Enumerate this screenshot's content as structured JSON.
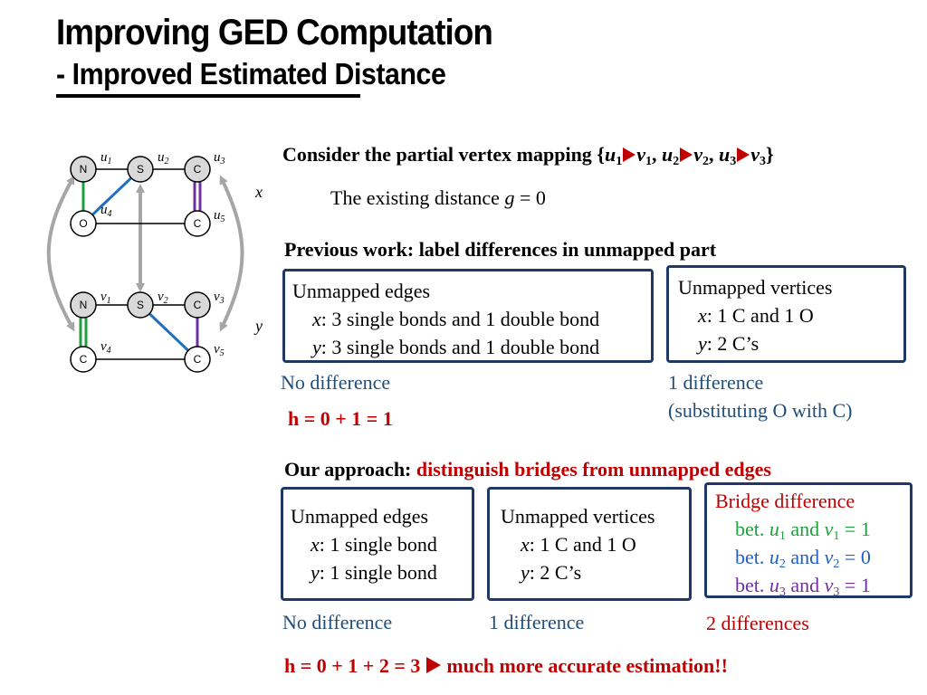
{
  "title": "Improving GED Computation",
  "subtitle": "- Improved Estimated Distance",
  "graph": {
    "x_label": "x",
    "y_label": "y",
    "top_nodes": [
      "N",
      "S",
      "C",
      "O",
      "C"
    ],
    "bottom_nodes": [
      "N",
      "S",
      "C",
      "C",
      "C"
    ],
    "top_vlabels": {
      "u1": "u",
      "u2": "u",
      "u3": "u",
      "u4": "u",
      "u5": "u",
      "s1": "1",
      "s2": "2",
      "s3": "3",
      "s4": "4",
      "s5": "5"
    },
    "bottom_vlabels": {
      "v1": "v",
      "v2": "v",
      "v3": "v",
      "v4": "v",
      "v5": "v",
      "s1": "1",
      "s2": "2",
      "s3": "3",
      "s4": "4",
      "s5": "5"
    },
    "colors": {
      "green": "#1ea03c",
      "blue": "#2070c0",
      "purple": "#7030a0",
      "gray": "#a6a6a6"
    }
  },
  "mapping": {
    "prefix": "Consider the partial vertex mapping {",
    "u": "u",
    "v": "v",
    "s1": "1",
    "s2": "2",
    "s3": "3",
    "sep": ", ",
    "suffix": "}"
  },
  "existing": {
    "text": "The existing distance ",
    "var": "g",
    "eq": " = 0"
  },
  "previous": {
    "heading": "Previous work: label differences in unmapped part",
    "edges_box": {
      "title": "Unmapped edges",
      "x_var": "x",
      "x_text": ": 3 single bonds and 1 double bond",
      "y_var": "y",
      "y_text": ": 3 single bonds and 1 double bond"
    },
    "vertices_box": {
      "title": "Unmapped vertices",
      "x_var": "x",
      "x_text": ": 1 C and 1 O",
      "y_var": "y",
      "y_text": ": 2 C’s"
    },
    "edges_result": "No difference",
    "vertices_result_1": "1 difference",
    "vertices_result_2": "(substituting O with C)",
    "h": "h = 0 + 1 = 1"
  },
  "ours": {
    "heading_black": "Our approach: ",
    "heading_red": "distinguish bridges from unmapped edges",
    "edges_box": {
      "title": "Unmapped edges",
      "x_var": "x",
      "x_text": ": 1 single bond",
      "y_var": "y",
      "y_text": ": 1 single bond"
    },
    "vertices_box": {
      "title": "Unmapped vertices",
      "x_var": "x",
      "x_text": ": 1 C and 1 O",
      "y_var": "y",
      "y_text": ": 2 C’s"
    },
    "bridge_box": {
      "title": "Bridge difference",
      "rows": [
        {
          "prefix": "bet. ",
          "u": "u",
          "us": "1",
          "mid": " and ",
          "v": "v",
          "vs": "1",
          "eq": " = 1"
        },
        {
          "prefix": "bet. ",
          "u": "u",
          "us": "2",
          "mid": " and ",
          "v": "v",
          "vs": "2",
          "eq": " = 0"
        },
        {
          "prefix": "bet. ",
          "u": "u",
          "us": "3",
          "mid": " and ",
          "v": "v",
          "vs": "3",
          "eq": " = 1"
        }
      ]
    },
    "edges_result": "No difference",
    "vertices_result": "1 difference",
    "bridge_result": "2 differences",
    "h": "h = 0 + 1 + 2 = 3",
    "h_tail": "much more accurate estimation!!"
  }
}
